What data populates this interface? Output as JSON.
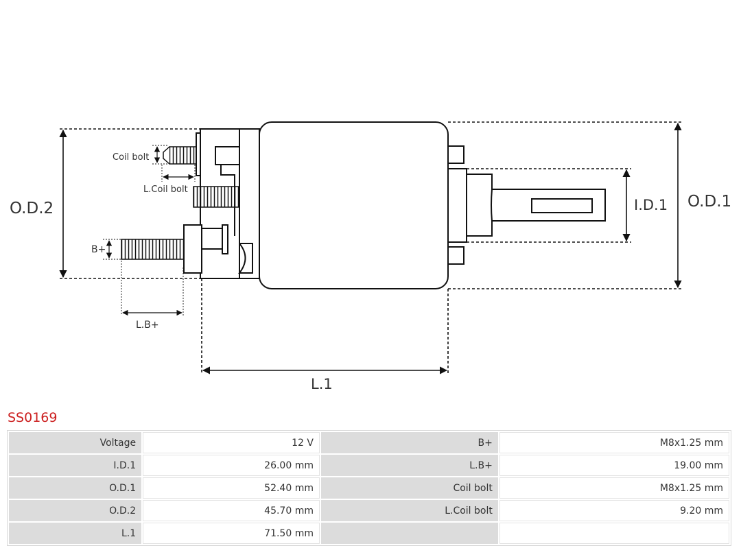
{
  "diagram": {
    "labels": {
      "od2": "O.D.2",
      "od1": "O.D.1",
      "id1": "I.D.1",
      "coil_bolt": "Coil bolt",
      "l_coil_bolt": "L.Coil bolt",
      "b_plus": "B+",
      "l_b_plus": "L.B+",
      "l1": "L.1"
    }
  },
  "part_number": "SS0169",
  "specs": [
    [
      {
        "label": "Voltage",
        "value": "12 V"
      },
      {
        "label": "B+",
        "value": "M8x1.25 mm"
      }
    ],
    [
      {
        "label": "I.D.1",
        "value": "26.00 mm"
      },
      {
        "label": "L.B+",
        "value": "19.00 mm"
      }
    ],
    [
      {
        "label": "O.D.1",
        "value": "52.40 mm"
      },
      {
        "label": "Coil bolt",
        "value": "M8x1.25 mm"
      }
    ],
    [
      {
        "label": "O.D.2",
        "value": "45.70 mm"
      },
      {
        "label": "L.Coil bolt",
        "value": "9.20 mm"
      }
    ],
    [
      {
        "label": "L.1",
        "value": "71.50 mm"
      },
      {
        "label": "",
        "value": ""
      }
    ]
  ]
}
